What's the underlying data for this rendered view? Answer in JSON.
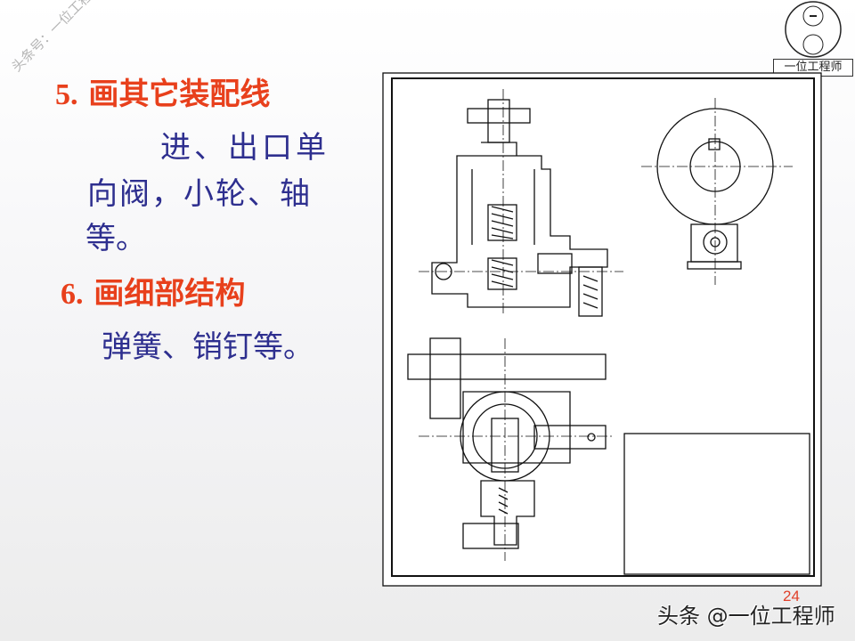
{
  "watermark": "头条号：一位工程师",
  "steps": [
    {
      "number": "5.",
      "title": "画其它装配线",
      "lines": [
        "进、出口单",
        "向阀，小轮、轴",
        "等。"
      ]
    },
    {
      "number": "6.",
      "title": "画细部结构",
      "lines": [
        "弹簧、销钉等。"
      ]
    }
  ],
  "logo": {
    "label": "一位工程师"
  },
  "page_number": "24",
  "footer": "头条 @一位工程师",
  "colors": {
    "heading": "#e8401c",
    "body": "#2e2f8f"
  }
}
